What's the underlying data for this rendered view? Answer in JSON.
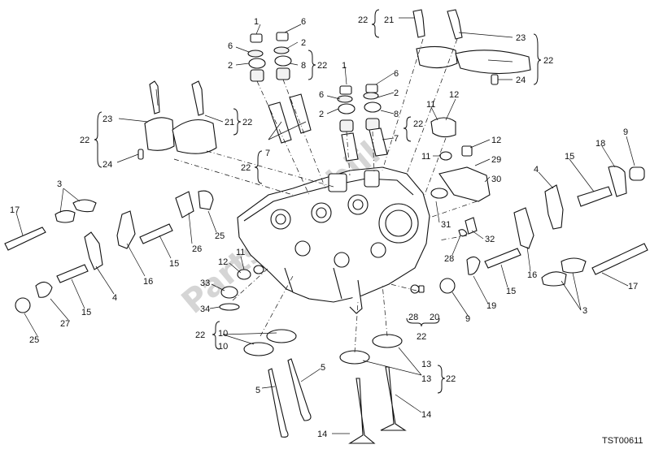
{
  "watermark": "PartsRepublik",
  "reference": "TST00611",
  "callouts": [
    {
      "id": "c01",
      "text": "1"
    },
    {
      "id": "c02",
      "text": "6"
    },
    {
      "id": "c03",
      "text": "6"
    },
    {
      "id": "c04",
      "text": "2"
    },
    {
      "id": "c05",
      "text": "2"
    },
    {
      "id": "c06",
      "text": "8"
    },
    {
      "id": "c07",
      "text": "22"
    },
    {
      "id": "c08",
      "text": "21"
    },
    {
      "id": "c09",
      "text": "22"
    },
    {
      "id": "c10",
      "text": "23"
    },
    {
      "id": "c11",
      "text": "22"
    },
    {
      "id": "c12",
      "text": "24"
    },
    {
      "id": "c13",
      "text": "1"
    },
    {
      "id": "c14",
      "text": "6"
    },
    {
      "id": "c15",
      "text": "6"
    },
    {
      "id": "c16",
      "text": "2"
    },
    {
      "id": "c17",
      "text": "2"
    },
    {
      "id": "c18",
      "text": "8"
    },
    {
      "id": "c19",
      "text": "7"
    },
    {
      "id": "c20",
      "text": "22"
    },
    {
      "id": "c21",
      "text": "23"
    },
    {
      "id": "c22",
      "text": "22"
    },
    {
      "id": "c23",
      "text": "24"
    },
    {
      "id": "c24",
      "text": "21"
    },
    {
      "id": "c25",
      "text": "22"
    },
    {
      "id": "c26",
      "text": "7"
    },
    {
      "id": "c27",
      "text": "22"
    },
    {
      "id": "c28",
      "text": "11"
    },
    {
      "id": "c29",
      "text": "12"
    },
    {
      "id": "c30",
      "text": "12"
    },
    {
      "id": "c31",
      "text": "11"
    },
    {
      "id": "c32",
      "text": "29"
    },
    {
      "id": "c33",
      "text": "30"
    },
    {
      "id": "c34",
      "text": "9"
    },
    {
      "id": "c35",
      "text": "18"
    },
    {
      "id": "c36",
      "text": "15"
    },
    {
      "id": "c37",
      "text": "4"
    },
    {
      "id": "c38",
      "text": "3"
    },
    {
      "id": "c39",
      "text": "17"
    },
    {
      "id": "c40",
      "text": "26"
    },
    {
      "id": "c41",
      "text": "25"
    },
    {
      "id": "c42",
      "text": "15"
    },
    {
      "id": "c43",
      "text": "16"
    },
    {
      "id": "c44",
      "text": "4"
    },
    {
      "id": "c45",
      "text": "11"
    },
    {
      "id": "c46",
      "text": "12"
    },
    {
      "id": "c47",
      "text": "33"
    },
    {
      "id": "c48",
      "text": "34"
    },
    {
      "id": "c49",
      "text": "27"
    },
    {
      "id": "c50",
      "text": "15"
    },
    {
      "id": "c51",
      "text": "25"
    },
    {
      "id": "c52",
      "text": "31"
    },
    {
      "id": "c53",
      "text": "32"
    },
    {
      "id": "c54",
      "text": "28"
    },
    {
      "id": "c55",
      "text": "16"
    },
    {
      "id": "c56",
      "text": "17"
    },
    {
      "id": "c57",
      "text": "19"
    },
    {
      "id": "c58",
      "text": "15"
    },
    {
      "id": "c59",
      "text": "9"
    },
    {
      "id": "c60",
      "text": "3"
    },
    {
      "id": "c61",
      "text": "28"
    },
    {
      "id": "c62",
      "text": "20"
    },
    {
      "id": "c63",
      "text": "22"
    },
    {
      "id": "c64",
      "text": "22"
    },
    {
      "id": "c65",
      "text": "10"
    },
    {
      "id": "c66",
      "text": "10"
    },
    {
      "id": "c67",
      "text": "5"
    },
    {
      "id": "c68",
      "text": "5"
    },
    {
      "id": "c69",
      "text": "13"
    },
    {
      "id": "c70",
      "text": "13"
    },
    {
      "id": "c71",
      "text": "22"
    },
    {
      "id": "c72",
      "text": "14"
    },
    {
      "id": "c73",
      "text": "14"
    }
  ]
}
